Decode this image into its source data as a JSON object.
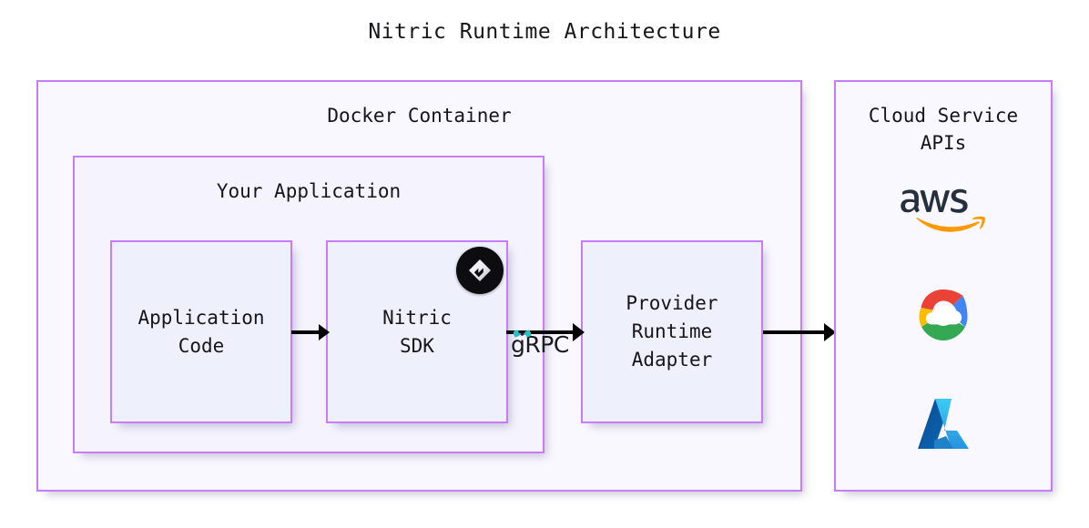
{
  "title": "Nitric Runtime Architecture",
  "colors": {
    "panel_border": "#c77dfa",
    "panel_fill": "#f9f7ff",
    "box_fill": "#eef0fc",
    "text": "#16161a",
    "arrow": "#000000",
    "nitric_badge_bg": "#0d0d0f",
    "aws_text": "#252f3e",
    "aws_swoosh": "#ff9900",
    "gcp_red": "#ea4335",
    "gcp_yellow": "#fbbc04",
    "gcp_green": "#34a853",
    "gcp_blue": "#4285f4",
    "azure_dark": "#0c5bb0",
    "azure_light": "#3bb3ee",
    "grpc_teal": "#2dbfbf"
  },
  "docker_container": {
    "label": "Docker Container",
    "your_application": {
      "label": "Your Application",
      "boxes": [
        {
          "label": "Application\nCode",
          "name": "application-code"
        },
        {
          "label": "Nitric\nSDK",
          "name": "nitric-sdk",
          "badge": "nitric-logo"
        }
      ]
    },
    "provider_runtime_adapter": {
      "label": "Provider\nRuntime\nAdapter"
    }
  },
  "cloud_services": {
    "label": "Cloud Service\nAPIs",
    "logos": [
      {
        "name": "aws-logo",
        "alt": "aws"
      },
      {
        "name": "google-cloud-logo",
        "alt": "Google Cloud"
      },
      {
        "name": "azure-logo",
        "alt": "Azure"
      }
    ]
  },
  "connections": [
    {
      "name": "arrow-code-sdk",
      "label": ""
    },
    {
      "name": "arrow-sdk-adapter",
      "label": "gRPC"
    },
    {
      "name": "arrow-adapter-cloud",
      "label": ""
    }
  ],
  "grpc_label": "gRPC"
}
